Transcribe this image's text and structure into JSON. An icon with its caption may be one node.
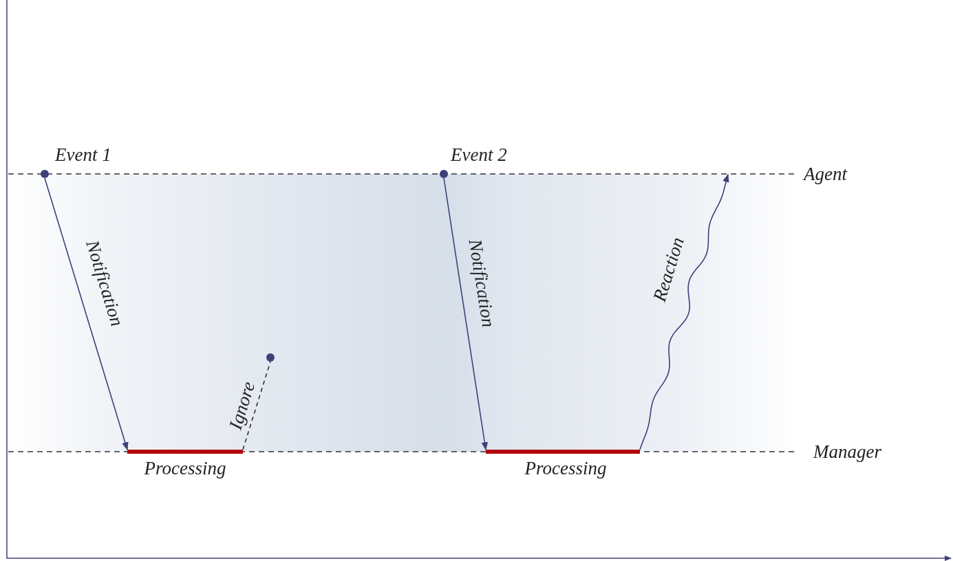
{
  "diagram": {
    "nodes": [
      {
        "text": [],
        "shape": "circle",
        "beside": [
          "Event 1"
        ]
      },
      {
        "text": [],
        "shape": "bar",
        "beside": [
          "Processing"
        ]
      },
      {
        "text": [],
        "shape": "circle"
      },
      {
        "text": [],
        "shape": "circle",
        "beside": [
          "Event 2"
        ]
      },
      {
        "text": [],
        "shape": "bar",
        "beside": [
          "Processing"
        ]
      }
    ],
    "edges": [
      {
        "from": 0,
        "to": 1,
        "arrow": "to",
        "label": "Notification"
      },
      {
        "from": 1,
        "to": 2,
        "arrow": "none",
        "label": "Ignore",
        "style": "dashed"
      },
      {
        "from": 3,
        "to": 4,
        "arrow": "to",
        "label": "Notification"
      },
      {
        "from": 4,
        "to": null,
        "arrow": "to",
        "label": "Reaction"
      }
    ],
    "labels": [
      "Agent",
      "Manager"
    ]
  }
}
